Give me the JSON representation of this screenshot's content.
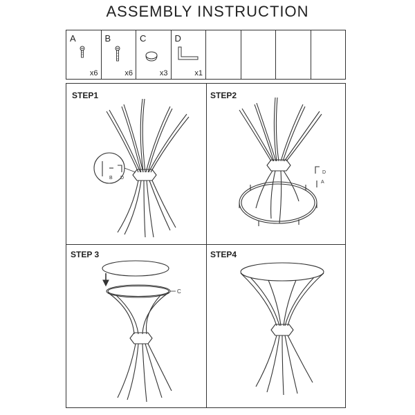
{
  "title": "ASSEMBLY  INSTRUCTION",
  "parts": [
    {
      "letter": "A",
      "icon": "screw-icon",
      "qty": "x6"
    },
    {
      "letter": "B",
      "icon": "screw-icon",
      "qty": "x6"
    },
    {
      "letter": "C",
      "icon": "foot-cap-icon",
      "qty": "x3"
    },
    {
      "letter": "D",
      "icon": "allen-key-icon",
      "qty": "x1"
    },
    {
      "letter": "",
      "qty": ""
    },
    {
      "letter": "",
      "qty": ""
    },
    {
      "letter": "",
      "qty": ""
    },
    {
      "letter": "",
      "qty": ""
    }
  ],
  "steps": [
    {
      "label": "STEP1",
      "callouts": [
        "B",
        "D"
      ]
    },
    {
      "label": "STEP2",
      "callouts": [
        "D",
        "A"
      ]
    },
    {
      "label": "STEP 3",
      "callouts": [
        "C"
      ]
    },
    {
      "label": "STEP4",
      "callouts": []
    }
  ]
}
